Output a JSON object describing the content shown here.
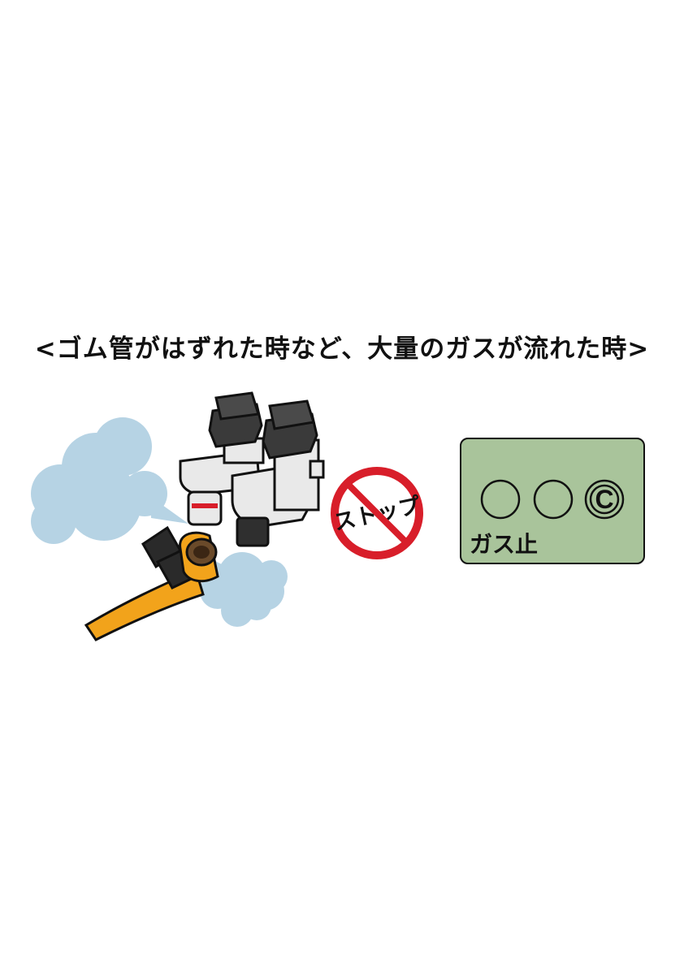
{
  "heading": "<ゴム管がはずれた時など、大量のガスが流れた時>",
  "stop_sign": {
    "text": "ストップ",
    "ring_color": "#d81e2a"
  },
  "meter_panel": {
    "lamps": [
      {
        "label": "",
        "lit": false
      },
      {
        "label": "",
        "lit": false
      },
      {
        "label": "C",
        "lit": true
      }
    ],
    "label": "ガス止",
    "background_color": "#a9c49b"
  },
  "illustration": {
    "gas_cloud_color": "#b6d3e4",
    "hose_color": "#f2a31b",
    "valve_body_color": "#e9e9e9",
    "knob_color": "#3a3a3a"
  }
}
